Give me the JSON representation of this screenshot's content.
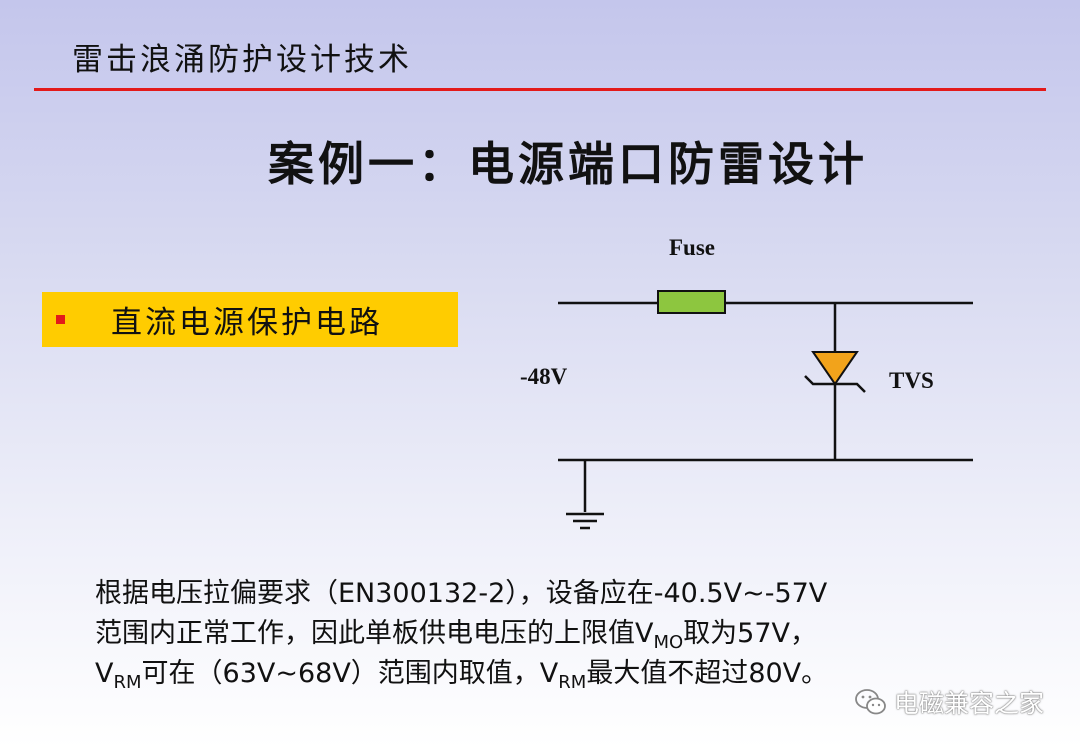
{
  "header": {
    "title": "雷击浪涌防护设计技术",
    "rule_color": "#e31a1a"
  },
  "slide": {
    "title": "案例一：电源端口防雷设计"
  },
  "bullet": {
    "label": "直流电源保护电路",
    "box_color": "#ffcc00",
    "marker_color": "#e31a1a"
  },
  "circuit": {
    "fuse_label": "Fuse",
    "voltage_label": "-48V",
    "tvs_label": "TVS",
    "fuse_color": "#8dc63f",
    "tvs_color": "#f2a31b"
  },
  "body": {
    "line1": "根据电压拉偏要求（EN300132-2），设备应在-40.5V~-57V",
    "line2_a": "范围内正常工作，因此单板供电电压的上限值V",
    "line2_sub": "MO",
    "line2_b": "取为57V，",
    "line3_a": "V",
    "line3_sub1": "RM",
    "line3_b": "可在（63V~68V）范围内取值，V",
    "line3_sub2": "RM",
    "line3_c": "最大值不超过80V。"
  },
  "watermark": {
    "text": "电磁兼容之家",
    "icon": "wechat-icon"
  }
}
